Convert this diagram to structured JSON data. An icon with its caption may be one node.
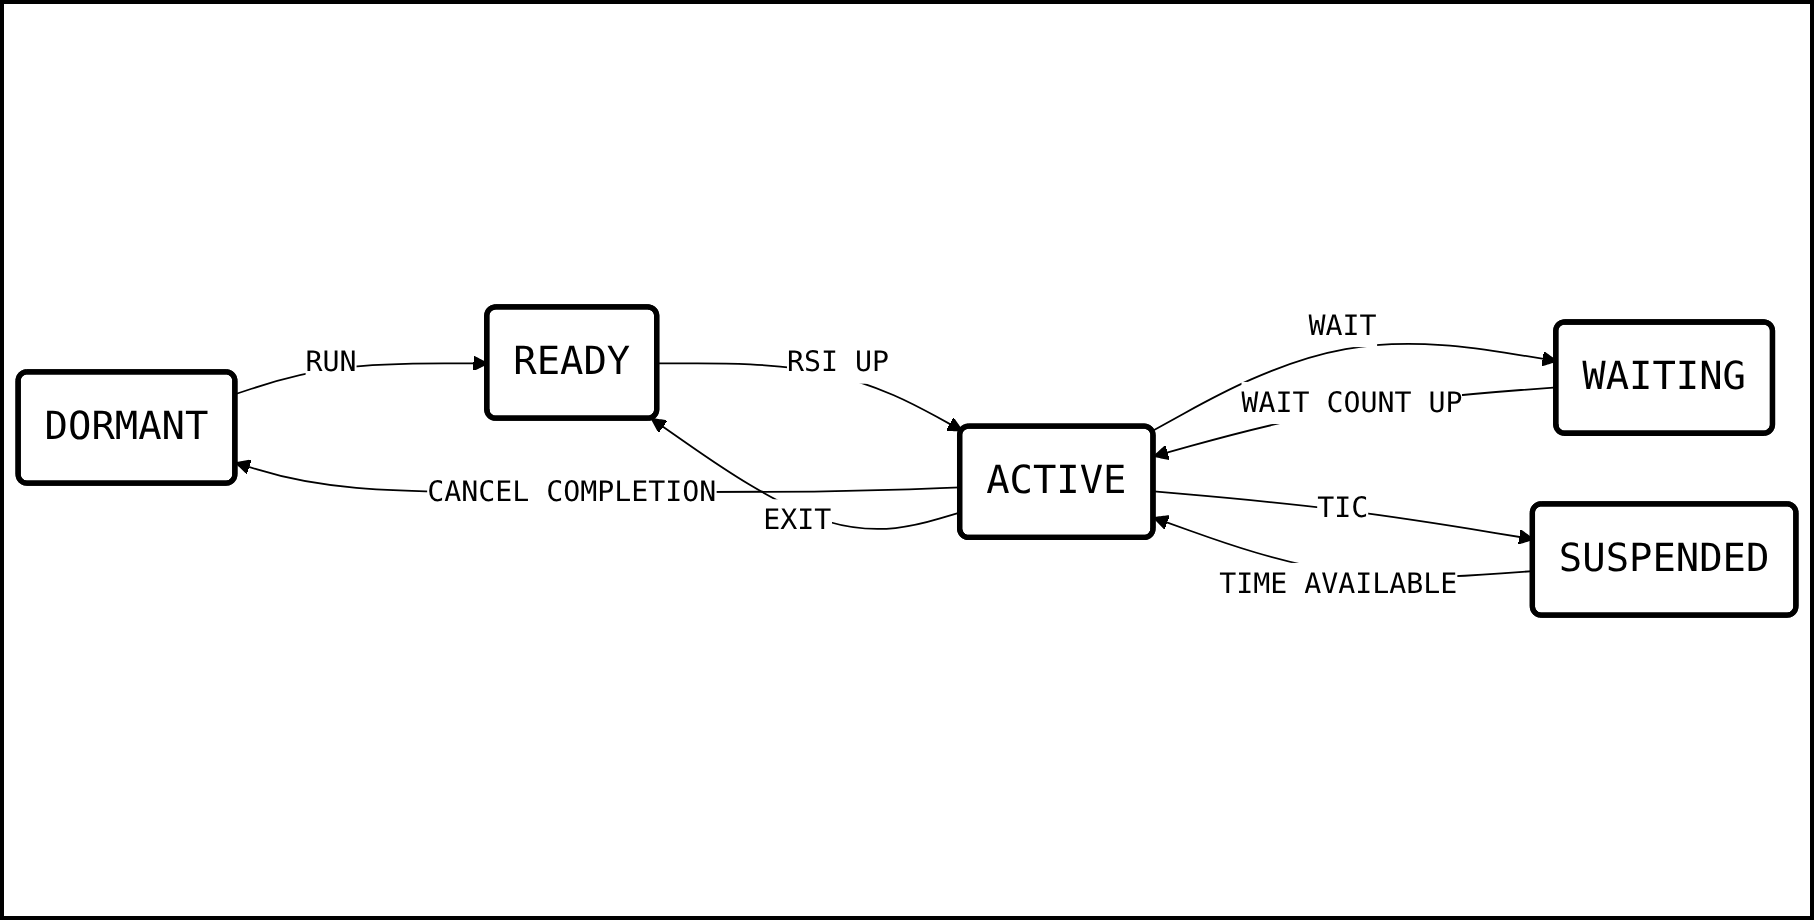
{
  "diagram": {
    "nodes": [
      {
        "text": [
          "DORMANT"
        ]
      },
      {
        "text": [
          "WAITING"
        ]
      },
      {
        "text": [
          "ACTIVE"
        ]
      },
      {
        "text": [
          "READY"
        ]
      },
      {
        "text": [
          "SUSPENDED"
        ]
      }
    ],
    "edges": [
      {
        "from": 0,
        "to": 3,
        "label": "RUN",
        "arrow": "to"
      },
      {
        "from": 2,
        "to": 0,
        "label": "CANCEL COMPLETION",
        "arrow": "to"
      },
      {
        "from": 2,
        "to": 1,
        "label": "WAIT",
        "arrow": "to"
      },
      {
        "from": 1,
        "to": 2,
        "label": "WAIT COUNT UP",
        "arrow": "to"
      },
      {
        "from": 3,
        "to": 2,
        "label": "RSI UP",
        "arrow": "to"
      },
      {
        "from": 2,
        "to": 3,
        "label": "EXIT",
        "arrow": "to"
      },
      {
        "from": 2,
        "to": 4,
        "label": "TIC",
        "arrow": "to"
      },
      {
        "from": 4,
        "to": 2,
        "label": "TIME AVAILABLE",
        "arrow": "to"
      }
    ]
  }
}
